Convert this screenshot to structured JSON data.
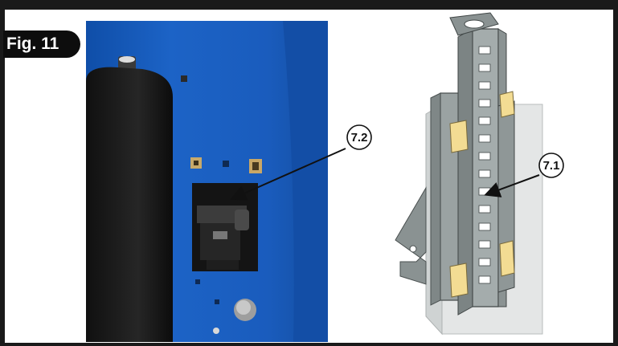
{
  "figure": {
    "label": "Fig. 11"
  },
  "callouts": [
    {
      "id": "7.2",
      "text": "7.2"
    },
    {
      "id": "7.1",
      "text": "7.1"
    }
  ],
  "colors": {
    "frame": "#1a1a1a",
    "photo_blue": "#1f63c4",
    "drawing_gray": "#8a9292",
    "drawing_yellow": "#f3dc93"
  }
}
